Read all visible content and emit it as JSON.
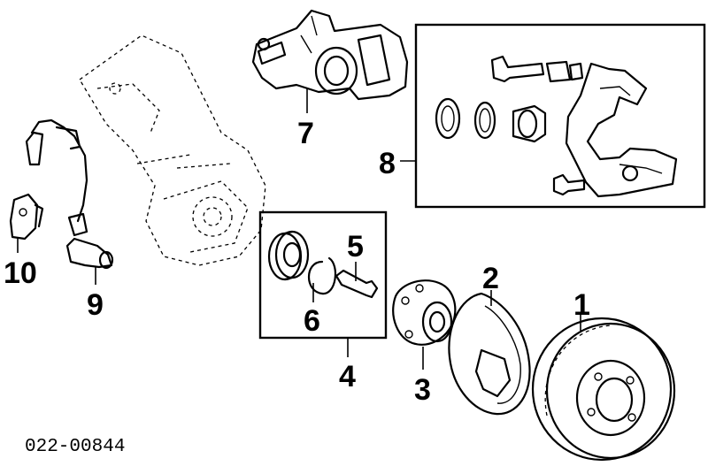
{
  "callouts": {
    "c1": "1",
    "c2": "2",
    "c3": "3",
    "c4": "4",
    "c5": "5",
    "c6": "6",
    "c7": "7",
    "c8": "8",
    "c9": "9",
    "c10": "10"
  },
  "diagram_code": "022-00844"
}
